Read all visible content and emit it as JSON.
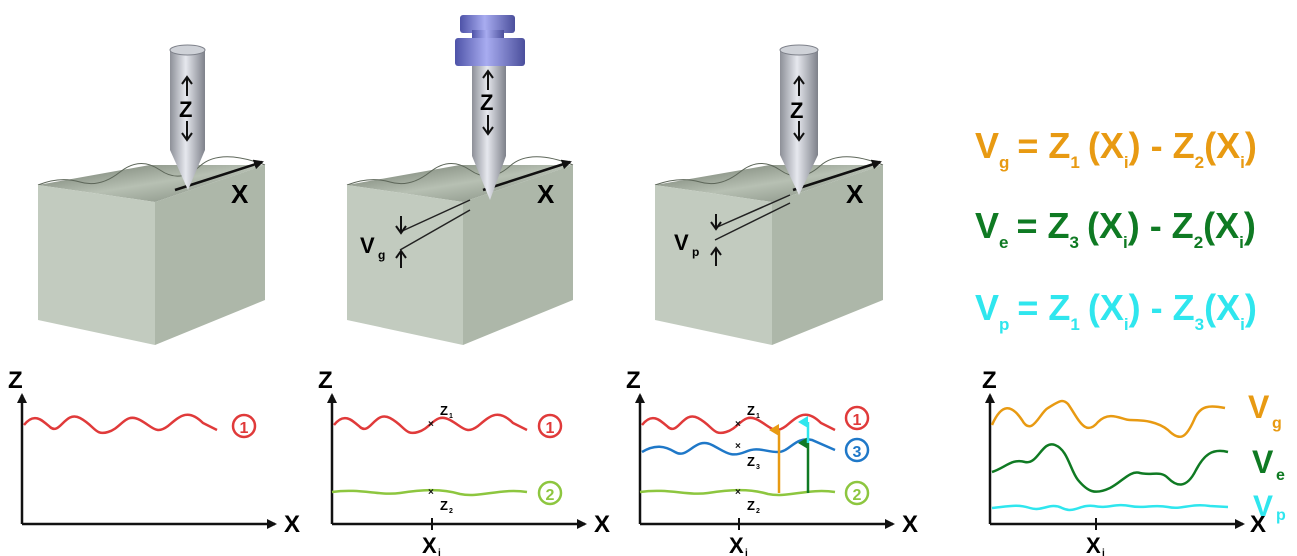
{
  "colors": {
    "surface_red": "#e03a3a",
    "surface_green": "#8dc63f",
    "surface_blue": "#1f78c8",
    "vg_orange": "#e89a12",
    "ve_green": "#0f7a23",
    "vp_cyan": "#2fe6ee",
    "block_face": "#c2cbbf",
    "block_side": "#a9b3a6",
    "block_top": "#8a9486",
    "tool_gray": "#b9bcc3",
    "spindle_blue": "#6f74c8"
  },
  "icons": [
    "tool-probe-icon",
    "spindle-holder-icon",
    "circled-number-icon"
  ],
  "top_panels": {
    "z_label": "Z",
    "x_label": "X",
    "vg_label": "V",
    "vg_sub": "g",
    "vp_label": "V",
    "vp_sub": "p"
  },
  "plots": {
    "z_axis": "Z",
    "x_axis": "X",
    "xi": "X",
    "xi_sub": "i",
    "z1": "Z",
    "z1_sub": "1",
    "z2": "Z",
    "z2_sub": "2",
    "z3": "Z",
    "z3_sub": "3",
    "mark1": "1",
    "mark2": "2",
    "mark3": "3",
    "legend_vg": "V",
    "legend_vg_sub": "g",
    "legend_ve": "V",
    "legend_ve_sub": "e",
    "legend_vp": "V",
    "legend_vp_sub": "p"
  },
  "equations": {
    "vg": {
      "v": "V",
      "vsub": "g",
      "eq": "= Z",
      "s1": "1",
      "mid": "(X",
      "i1": "i",
      "minus": ") - Z",
      "s2": "2",
      "tail": "(X",
      "i2": "i",
      "close": ")"
    },
    "ve": {
      "v": "V",
      "vsub": "e",
      "eq": "= Z",
      "s1": "3",
      "mid": "(X",
      "i1": "i",
      "minus": ") - Z",
      "s2": "2",
      "tail": "(X",
      "i2": "i",
      "close": ")"
    },
    "vp": {
      "v": "V",
      "vsub": "p",
      "eq": "= Z",
      "s1": "1",
      "mid": "(X",
      "i1": "i",
      "minus": ") - Z",
      "s2": "3",
      "tail": "(X",
      "i2": "i",
      "close": ")"
    }
  }
}
